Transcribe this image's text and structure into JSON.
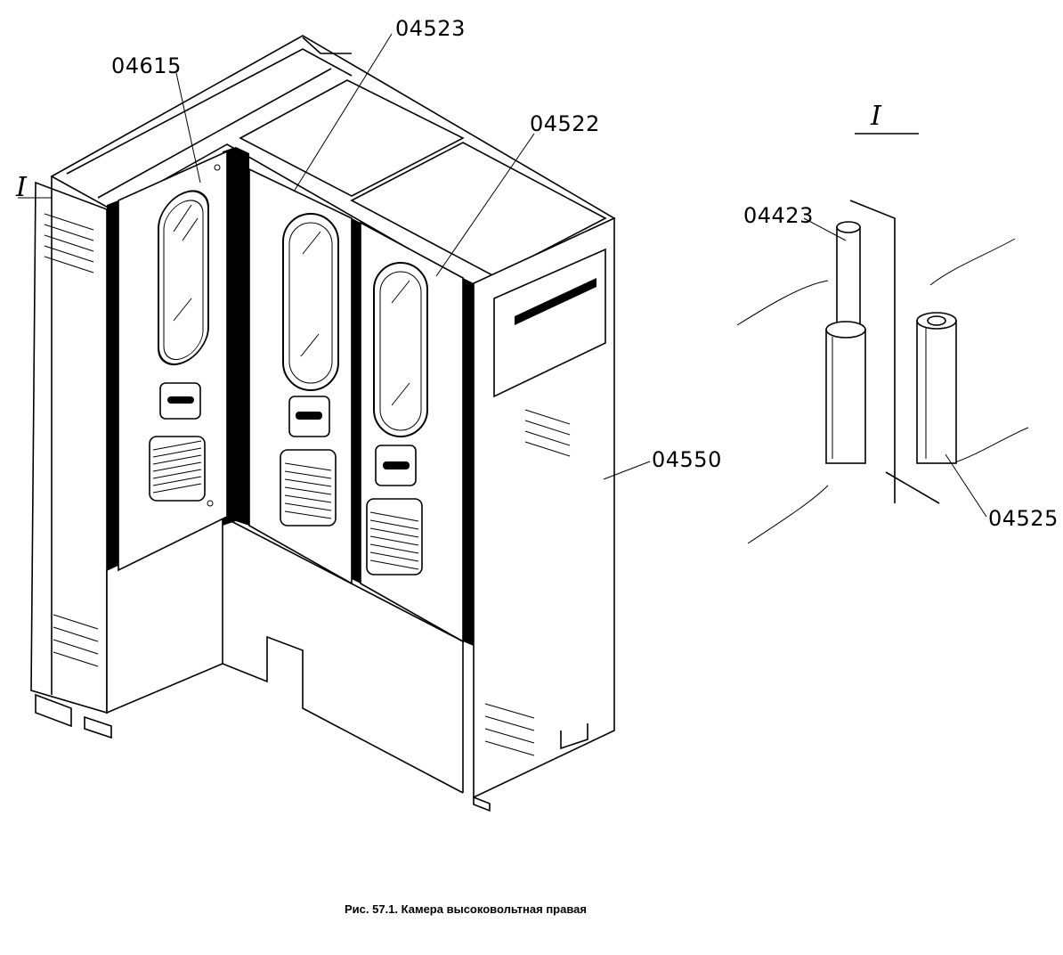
{
  "figure": {
    "caption": "Рис. 57.1. Камера высоковольтная правая",
    "view_marker": "I",
    "detail_title": "I"
  },
  "callouts": [
    {
      "id": "04615",
      "text": "04615"
    },
    {
      "id": "04523",
      "text": "04523"
    },
    {
      "id": "04522",
      "text": "04522"
    },
    {
      "id": "04550",
      "text": "04550"
    },
    {
      "id": "04423",
      "text": "04423"
    },
    {
      "id": "04525",
      "text": "04525"
    }
  ]
}
